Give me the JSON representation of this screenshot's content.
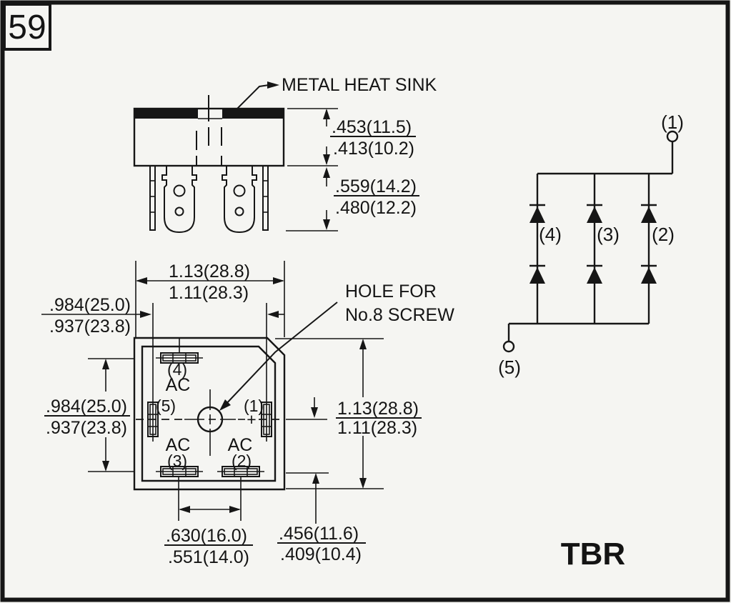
{
  "page_number": "59",
  "package_name": "TBR",
  "side_view": {
    "heat_sink_label": "METAL HEAT SINK",
    "dim_height_max": ".453(11.5)",
    "dim_height_min": ".413(10.2)",
    "dim_lead_max": ".559(14.2)",
    "dim_lead_min": ".480(12.2)"
  },
  "bottom_view": {
    "hole_label_line1": "HOLE FOR",
    "hole_label_line2": "No.8 SCREW",
    "dim_width_max": "1.13(28.8)",
    "dim_width_min": "1.11(28.3)",
    "dim_pin_span_h_max": ".984(25.0)",
    "dim_pin_span_h_min": ".937(23.8)",
    "dim_pin_span_v_max": ".984(25.0)",
    "dim_pin_span_v_min": ".937(23.8)",
    "dim_height_max": "1.13(28.8)",
    "dim_height_min": "1.11(28.3)",
    "dim_ac_pitch_max": ".630(16.0)",
    "dim_ac_pitch_min": ".551(14.0)",
    "dim_center_offset_max": ".456(11.6)",
    "dim_center_offset_min": ".409(10.4)",
    "pad4_num": "(4)",
    "pad4_label": "AC",
    "pad5_num": "(5)",
    "pad1_num": "(1)",
    "pad1_polarity": "+",
    "pad3_num": "(3)",
    "pad3_label": "AC",
    "pad2_num": "(2)",
    "pad2_label": "AC"
  },
  "schematic": {
    "terminal_pos": "(1)",
    "terminal_neg": "(5)",
    "diode_left": "(4)",
    "diode_mid": "(3)",
    "diode_right": "(2)"
  }
}
